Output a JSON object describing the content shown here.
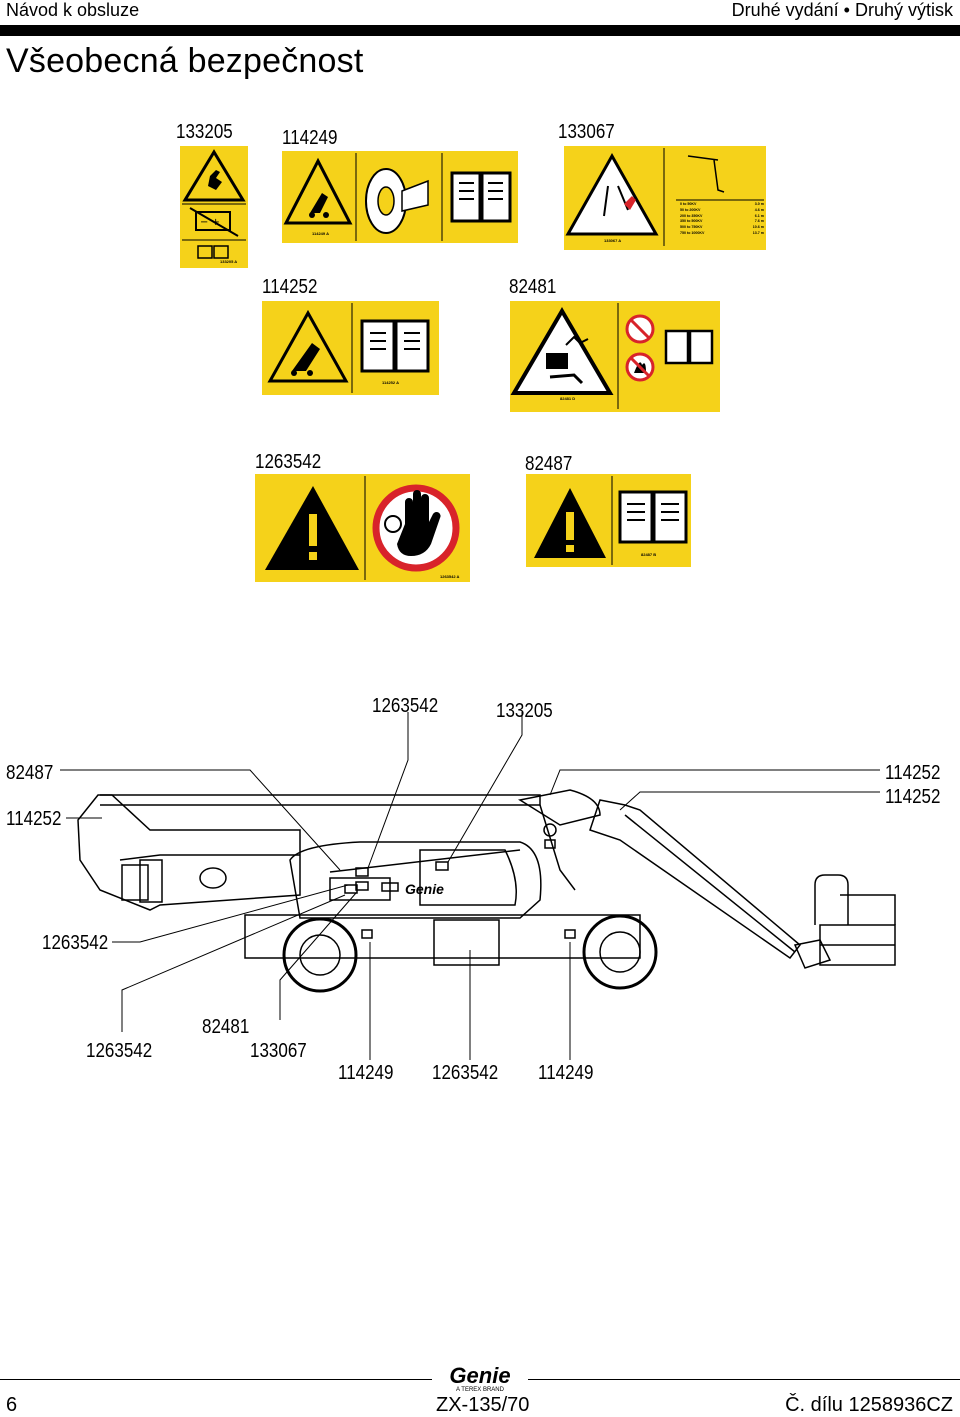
{
  "header": {
    "left": "Návod k obsluze",
    "right": "Druhé vydání • Druhý výtisk"
  },
  "page_title": "Všeobecná bezpečnost",
  "decal_labels": {
    "d133205": "133205",
    "d114249": "114249",
    "d133067": "133067",
    "d114252": "114252",
    "d82481": "82481",
    "d1263542": "1263542",
    "d82487": "82487"
  },
  "decal_codes": {
    "c133205": "133205 A",
    "c114249": "114249 A",
    "c133067": "133067 A",
    "c114252": "114252 A",
    "c82481": "82481 D",
    "c1263542": "1263542 A",
    "c82487": "82487 B"
  },
  "voltage_table": {
    "rows": [
      [
        "0 to 50KV",
        "3.0 m"
      ],
      [
        "50 to 200KV",
        "4.6 m"
      ],
      [
        "200 to 350KV",
        "6.1 m"
      ],
      [
        "350 to 500KV",
        "7.6 m"
      ],
      [
        "500 to 750KV",
        "10.6 m"
      ],
      [
        "750 to 1000KV",
        "13.7 m"
      ]
    ]
  },
  "callouts": {
    "top_1263542": "1263542",
    "top_133205": "133205",
    "left_82487": "82487",
    "left_114252": "114252",
    "right_114252_a": "114252",
    "right_114252_b": "114252",
    "left_1263542": "1263542",
    "bottom_1263542_a": "1263542",
    "bottom_82481": "82481",
    "bottom_133067": "133067",
    "bottom_114249_a": "114249",
    "bottom_1263542_b": "1263542",
    "bottom_114249_b": "114249"
  },
  "machine_logo": "Genie",
  "footer": {
    "page_number": "6",
    "model": "ZX-135/70",
    "part": "Č. dílu 1258936CZ",
    "brand": "Genie",
    "brand_sub": "A TEREX BRAND"
  },
  "colors": {
    "decal_yellow": "#f5d21a",
    "prohibition_red": "#d8232a",
    "ink": "#000000"
  }
}
